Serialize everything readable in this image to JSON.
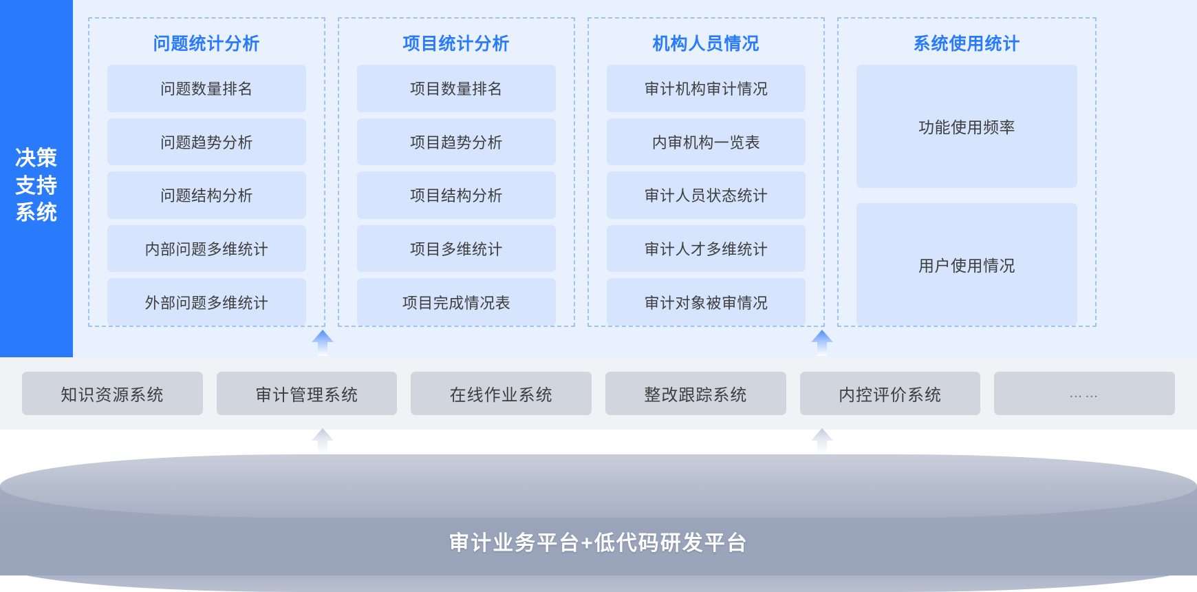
{
  "decision_support": {
    "sidebar_label": "决策支持系统",
    "sidebar_color": "#2a7bfb",
    "band_bg": "#eaf1fe",
    "groups": [
      {
        "title": "问题统计分析",
        "items": [
          "问题数量排名",
          "问题趋势分析",
          "问题结构分析",
          "内部问题多维统计",
          "外部问题多维统计"
        ]
      },
      {
        "title": "项目统计分析",
        "items": [
          "项目数量排名",
          "项目趋势分析",
          "项目结构分析",
          "项目多维统计",
          "项目完成情况表"
        ]
      },
      {
        "title": "机构人员情况",
        "items": [
          "审计机构审计情况",
          "内审机构一览表",
          "审计人员状态统计",
          "审计人才多维统计",
          "审计对象被审情况"
        ]
      },
      {
        "title": "系统使用统计",
        "items": [
          "功能使用频率",
          "用户使用情况"
        ]
      }
    ]
  },
  "systems_layer": {
    "band_bg": "#f1f2f5",
    "box_color": "#d1d5de",
    "items": [
      "知识资源系统",
      "审计管理系统",
      "在线作业系统",
      "整改跟踪系统",
      "内控评价系统",
      "……"
    ]
  },
  "platform_layer": {
    "label": "审计业务平台+低代码研发平台",
    "color": "#9aa4bb"
  },
  "arrows": {
    "count": 4,
    "color": "#6ea4f8"
  }
}
